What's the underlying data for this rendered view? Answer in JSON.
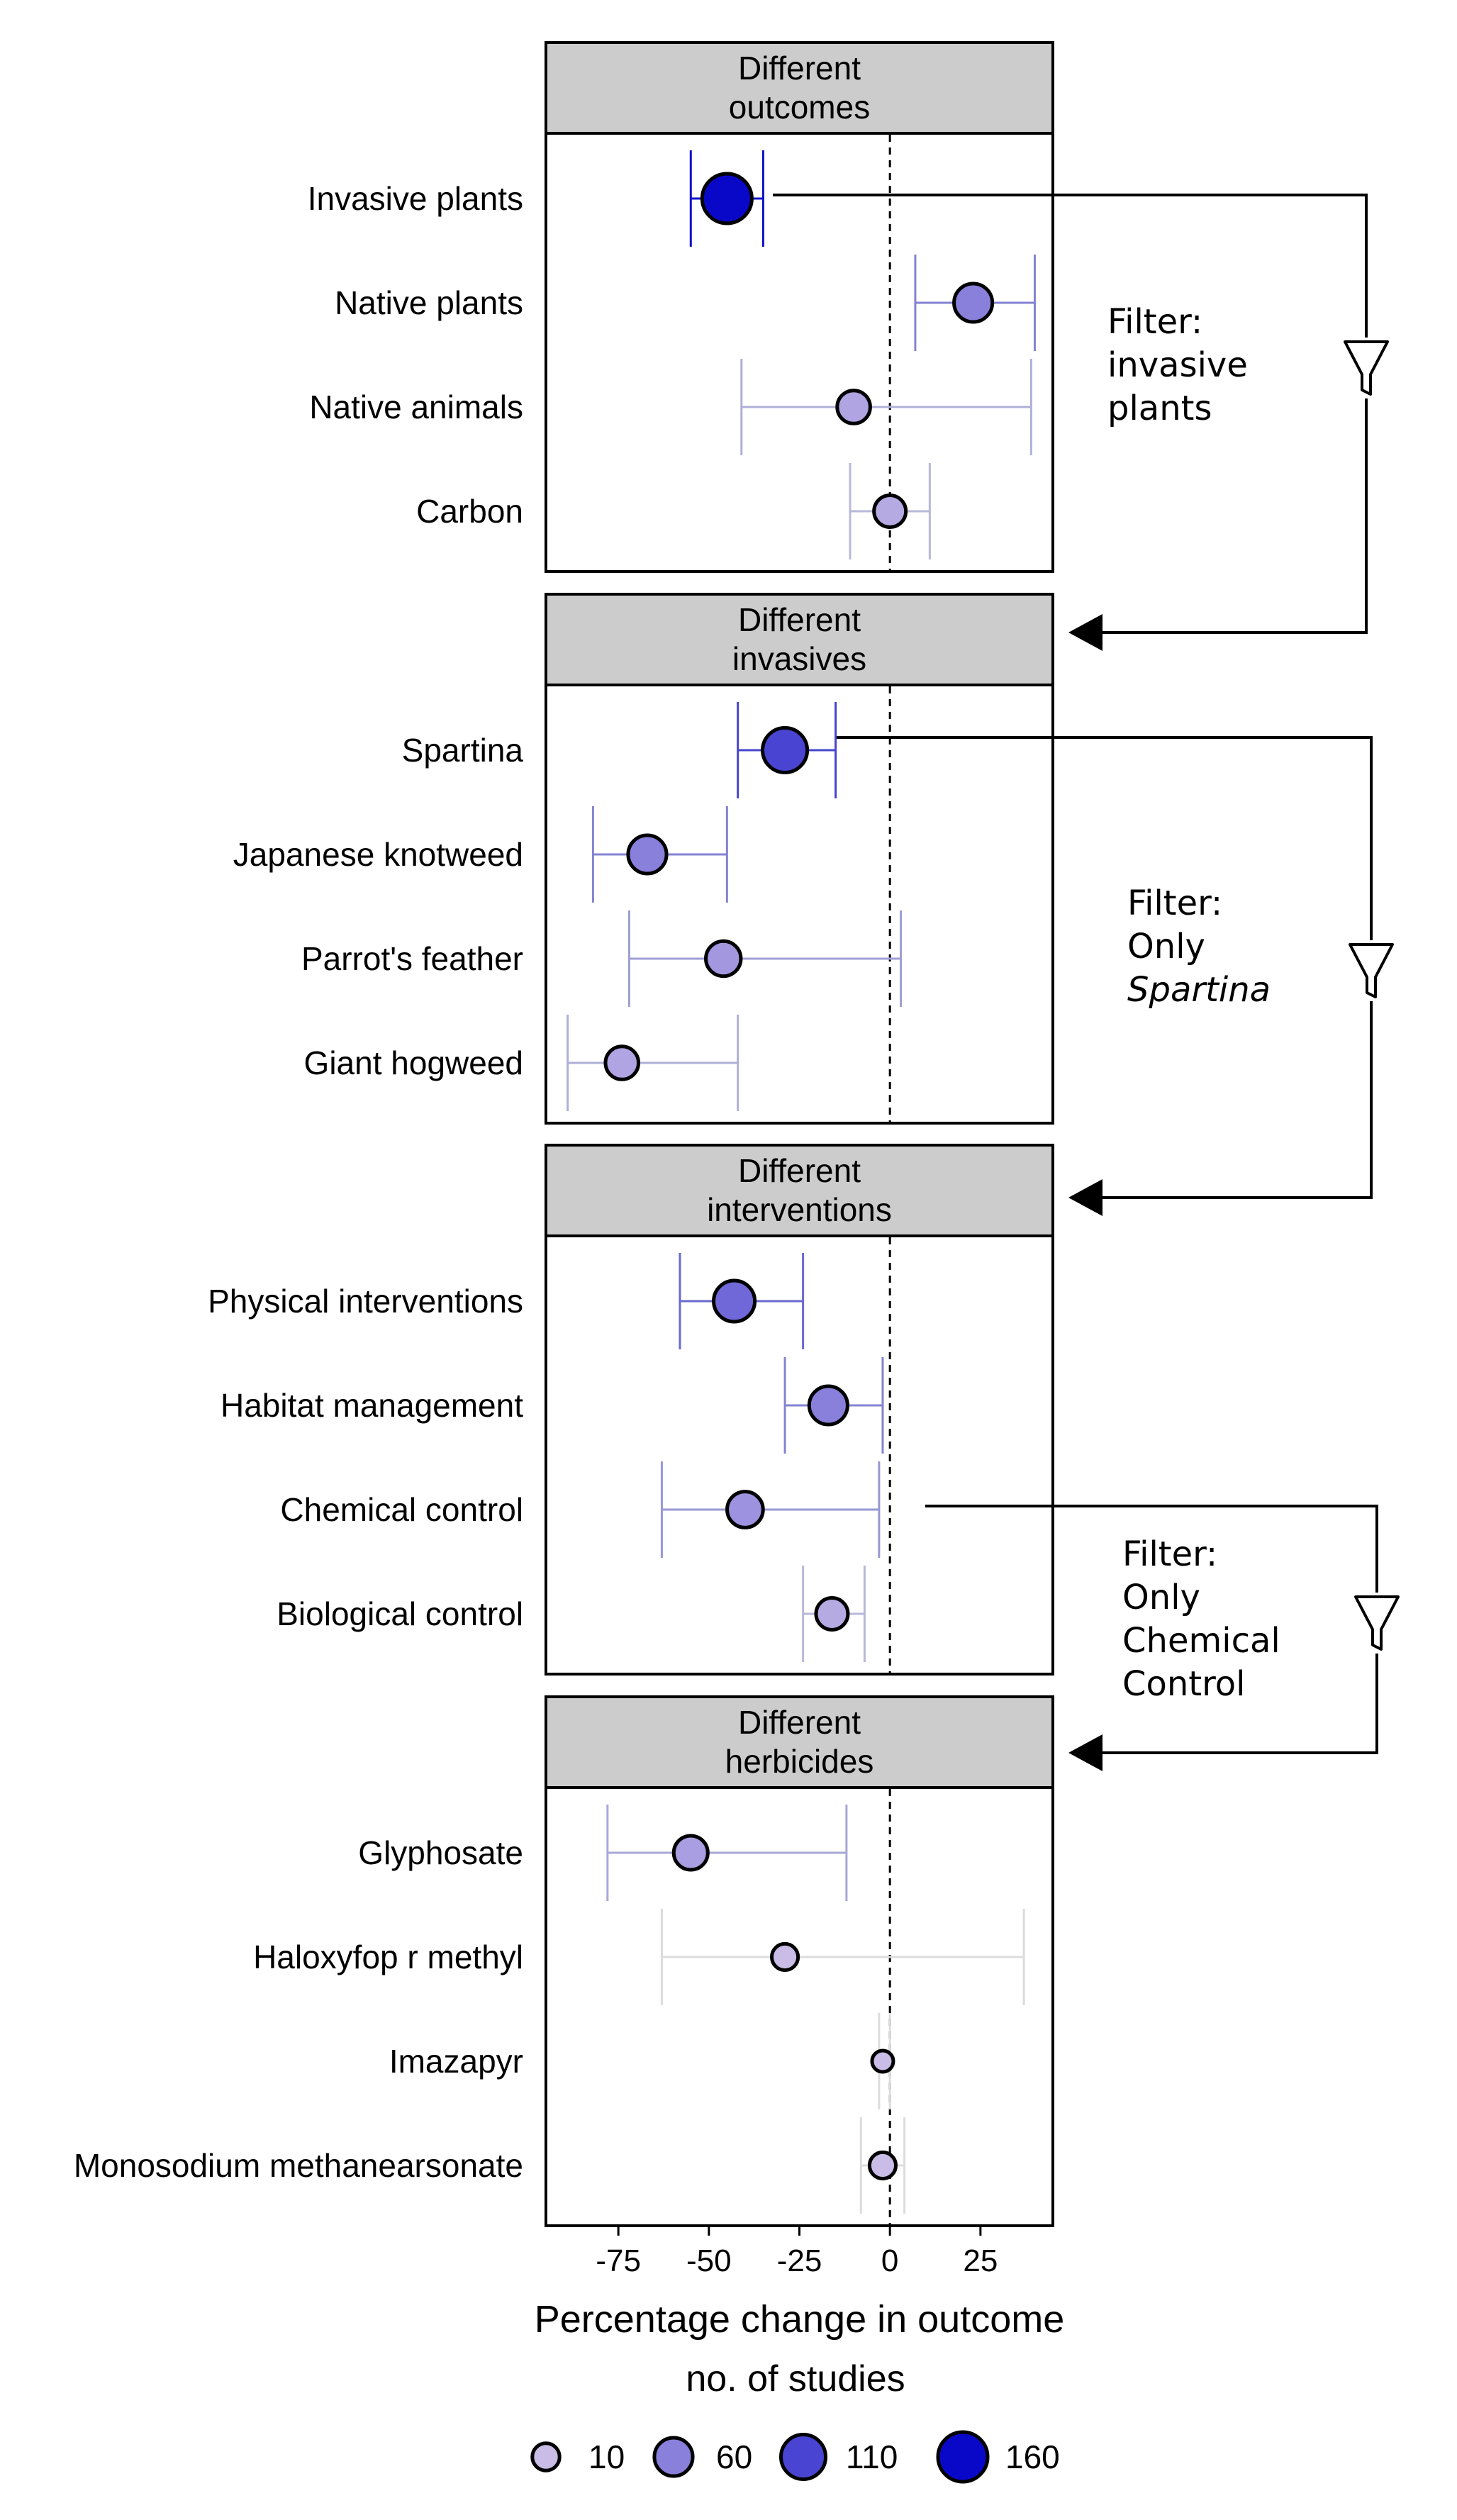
{
  "chart_data": {
    "type": "forest",
    "xlabel": "Percentage change in outcome",
    "xlim": [
      -95,
      45
    ],
    "xticks": [
      -75,
      -50,
      -25,
      0,
      25
    ],
    "xtick_labels": [
      "-75",
      "-50",
      "-25",
      "0",
      "25"
    ],
    "reference_line": 0,
    "panels": [
      {
        "header": [
          "Different",
          "outcomes"
        ],
        "rows": [
          {
            "label": "Invasive plants",
            "estimate": -45,
            "lower": -55,
            "upper": -35,
            "n_studies": 160
          },
          {
            "label": "Native plants",
            "estimate": 23,
            "lower": 7,
            "upper": 40,
            "n_studies": 60
          },
          {
            "label": "Native animals",
            "estimate": -10,
            "lower": -41,
            "upper": 39,
            "n_studies": 30
          },
          {
            "label": "Carbon",
            "estimate": 0,
            "lower": -11,
            "upper": 11,
            "n_studies": 25
          }
        ]
      },
      {
        "header": [
          "Different",
          "invasives"
        ],
        "rows": [
          {
            "label": "Spartina",
            "estimate": -29,
            "lower": -42,
            "upper": -15,
            "n_studies": 110
          },
          {
            "label": "Japanese knotweed",
            "estimate": -67,
            "lower": -82,
            "upper": -45,
            "n_studies": 60
          },
          {
            "label": "Parrot's feather",
            "estimate": -46,
            "lower": -72,
            "upper": 3,
            "n_studies": 40
          },
          {
            "label": "Giant hogweed",
            "estimate": -74,
            "lower": -89,
            "upper": -42,
            "n_studies": 30
          }
        ]
      },
      {
        "header": [
          "Different",
          "interventions"
        ],
        "rows": [
          {
            "label": "Physical interventions",
            "estimate": -43,
            "lower": -58,
            "upper": -24,
            "n_studies": 80
          },
          {
            "label": "Habitat management",
            "estimate": -17,
            "lower": -29,
            "upper": -2,
            "n_studies": 60
          },
          {
            "label": "Chemical control",
            "estimate": -40,
            "lower": -63,
            "upper": -3,
            "n_studies": 45
          },
          {
            "label": "Biological control",
            "estimate": -16,
            "lower": -24,
            "upper": -7,
            "n_studies": 25
          }
        ]
      },
      {
        "header": [
          "Different",
          "herbicides"
        ],
        "rows": [
          {
            "label": "Glyphosate",
            "estimate": -55,
            "lower": -78,
            "upper": -12,
            "n_studies": 35
          },
          {
            "label": "Haloxyfop r methyl",
            "estimate": -29,
            "lower": -63,
            "upper": 37,
            "n_studies": 8
          },
          {
            "label": "Imazapyr",
            "estimate": -2,
            "lower": -3,
            "upper": 0,
            "n_studies": 3
          },
          {
            "label": "Monosodium methanearsonate",
            "estimate": -2,
            "lower": -8,
            "upper": 4,
            "n_studies": 8
          }
        ]
      }
    ],
    "filters": [
      {
        "lines": [
          "Filter:",
          "invasive",
          "plants"
        ],
        "italic_last": false
      },
      {
        "lines": [
          "Filter:",
          "Only",
          "Spartina"
        ],
        "italic_last": true
      },
      {
        "lines": [
          "Filter:",
          "Only",
          "Chemical",
          "Control"
        ],
        "italic_last": false
      }
    ],
    "legend": {
      "title": "no. of studies",
      "entries": [
        {
          "label": "10",
          "n": 10
        },
        {
          "label": "60",
          "n": 60
        },
        {
          "label": "110",
          "n": 110
        },
        {
          "label": "160",
          "n": 160
        }
      ]
    },
    "colors": {
      "low": "#c9bce6",
      "high": "#0a08c8",
      "ci_low": "#dcdcdc",
      "ci_high": "#1010c8",
      "header_fill": "#cccccc",
      "outline": "#000000"
    }
  }
}
